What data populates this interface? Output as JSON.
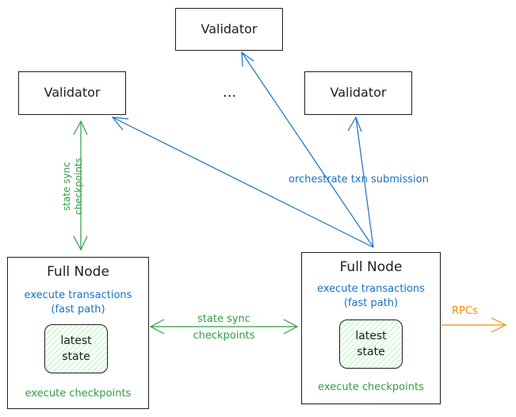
{
  "validators": {
    "top": "Validator",
    "left": "Validator",
    "right": "Validator",
    "ellipsis": "..."
  },
  "arrows": {
    "orchestrate": "orchestrate txn submission",
    "state_sync_vertical": [
      "state sync",
      "checkpoints"
    ],
    "state_sync_horizontal": [
      "state sync",
      "checkpoints"
    ],
    "rpcs": "RPCs"
  },
  "full_node_left": {
    "title": "Full Node",
    "exec_tx": [
      "execute transactions",
      "(fast path)"
    ],
    "state": [
      "latest",
      "state"
    ],
    "exec_cp": "execute checkpoints"
  },
  "full_node_right": {
    "title": "Full Node",
    "exec_tx": [
      "execute transactions",
      "(fast path)"
    ],
    "state": [
      "latest",
      "state"
    ],
    "exec_cp": "execute checkpoints"
  },
  "colors": {
    "blue": "#1971c2",
    "green": "#2f9e44",
    "orange": "#f08c00",
    "stroke": "#1e1e1e",
    "state_fill": "#d3f9d8"
  }
}
